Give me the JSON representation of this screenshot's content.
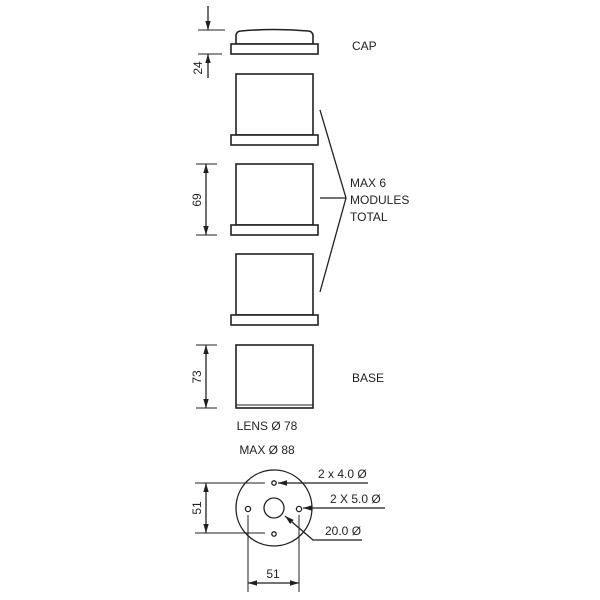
{
  "diagram": {
    "title": "Modular signal tower dimensional drawing",
    "labels": {
      "cap": "CAP",
      "modules_line1": "MAX 6",
      "modules_line2": "MODULES",
      "modules_line3": "TOTAL",
      "base": "BASE",
      "lens": "LENS Ø 78",
      "max": "MAX Ø 88"
    },
    "dimensions": {
      "cap_gap": "24",
      "module_height": "69",
      "base_height": "73",
      "hole_spacing_vertical": "51",
      "hole_spacing_horizontal": "51"
    },
    "holes": {
      "small": "2 x 4.0 Ø",
      "medium": "2 X 5.0 Ø",
      "center": "20.0 Ø"
    },
    "components": [
      {
        "name": "cap"
      },
      {
        "name": "module-1"
      },
      {
        "name": "module-2"
      },
      {
        "name": "module-3"
      },
      {
        "name": "base"
      }
    ],
    "colors": {
      "line": "#231f20",
      "background": "#ffffff"
    }
  }
}
